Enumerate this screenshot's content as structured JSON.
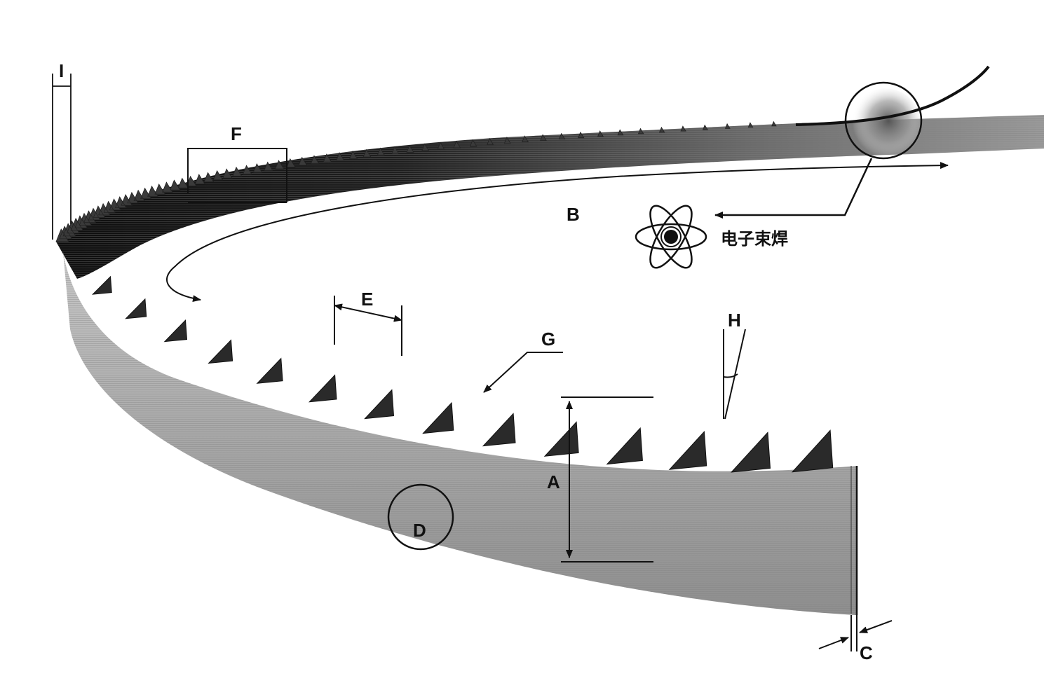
{
  "labels": {
    "A": "A",
    "B": "B",
    "C": "C",
    "D": "D",
    "E": "E",
    "F": "F",
    "G": "G",
    "H": "H",
    "I": "I"
  },
  "annotation": {
    "welding": "电子束焊"
  },
  "icons": {
    "atom": "atom-icon"
  },
  "colors": {
    "blade_light": "#b4b4b4",
    "blade_dark": "#1e1e1e",
    "line": "#111111",
    "background": "#ffffff"
  }
}
